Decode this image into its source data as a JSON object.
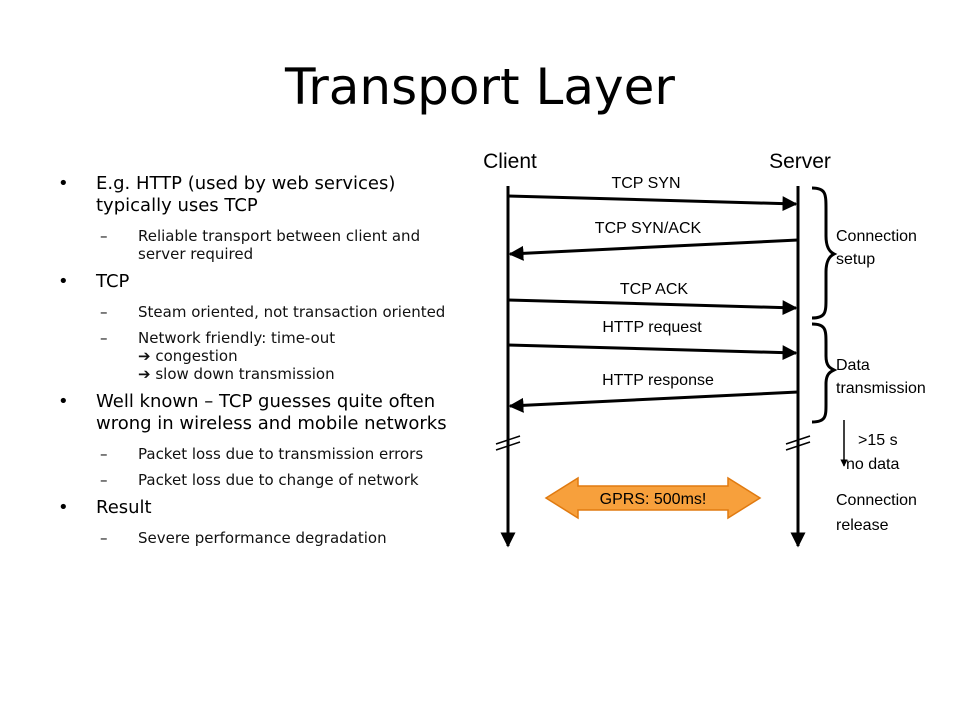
{
  "title": "Transport Layer",
  "bullets": [
    {
      "text": "E.g. HTTP (used by web services) typically uses TCP",
      "subs": [
        "Reliable transport between client and server required"
      ]
    },
    {
      "text": "TCP",
      "subs": [
        "Steam oriented, not transaction oriented"
      ]
    },
    {
      "text": "Well known – TCP guesses quite often wrong in wireless and mobile networks",
      "subs": [
        "Packet loss due to transmission errors",
        "Packet loss due to change of network"
      ]
    },
    {
      "text": "Result",
      "subs": [
        "Severe performance degradation"
      ]
    }
  ],
  "network_sub": {
    "line1": "Network friendly: time-out",
    "line2": "congestion",
    "line3": "slow down transmission",
    "arrow_glyph": "➔"
  },
  "diagram": {
    "client_label": "Client",
    "server_label": "Server",
    "messages": [
      "TCP SYN",
      "TCP SYN/ACK",
      "TCP ACK",
      "HTTP request",
      "HTTP response"
    ],
    "connection_setup": [
      "Connection",
      "setup"
    ],
    "data_transmission": [
      "Data",
      "transmission"
    ],
    "timeout_note": [
      ">15 s",
      "no data"
    ],
    "connection_release": [
      "Connection",
      "release"
    ],
    "gprs_label": "GPRS: 500ms!",
    "gprs_color": "#f7a03c"
  }
}
